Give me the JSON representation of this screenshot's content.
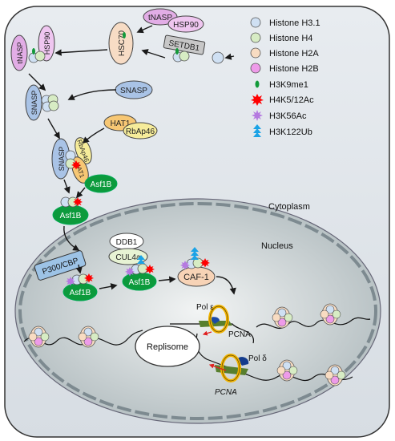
{
  "legend": [
    {
      "label": "Histone H3.1",
      "shape": "circle",
      "color": "#cfe0f3"
    },
    {
      "label": "Histone H4",
      "shape": "circle",
      "color": "#d7ecc4"
    },
    {
      "label": "Histone H2A",
      "shape": "circle",
      "color": "#f8dcc2"
    },
    {
      "label": "Histone H2B",
      "shape": "circle",
      "color": "#ee9be9"
    },
    {
      "label": "H3K9me1",
      "shape": "green-oval",
      "color": "#129a3a"
    },
    {
      "label": "H4K5/12Ac",
      "shape": "red-star",
      "color": "#ff0000"
    },
    {
      "label": "H3K56Ac",
      "shape": "purple-burst",
      "color": "#b57ae0"
    },
    {
      "label": "H3K122Ub",
      "shape": "blue-triangles",
      "color": "#1ba3e6"
    }
  ],
  "compartments": {
    "cytoplasm": "Cytoplasm",
    "nucleus": "Nucleus"
  },
  "proteins": {
    "tnasp": "tNASP",
    "hsp90": "HSP90",
    "hsc70": "HSC70",
    "setdb1": "SETDB1",
    "snasp": "SNASP",
    "hat1": "HAT1",
    "rbap46": "RbAp46",
    "asf1b": "Asf1B",
    "p300cbp": "P300/CBP",
    "ddb1": "DDB1",
    "cul4a": "CUL4a",
    "caf1": "CAF-1",
    "replisome": "Replisome",
    "pol_e": "Pol ε",
    "pol_d": "Pol δ",
    "pcna": "PCNA"
  },
  "colors": {
    "cell_fill": "#dfe5ea",
    "nucleus_fill": "#cdd6d8",
    "tnasp": "#e2ade6",
    "snasp": "#a9c3e6",
    "hat1": "#f7c774",
    "rbap46": "#f6ec9a",
    "asf1b": "#0c9a3c",
    "p300": "#9dc3e6",
    "hsc70": "#f7dcc5",
    "setdb1": "#bfbfbf",
    "caf1": "#f7d3b6",
    "pol_e": "#1b4aa6",
    "pol_d": "#153c8c",
    "pcna_ring": "#f2b400",
    "helicase": "#587f2e"
  }
}
